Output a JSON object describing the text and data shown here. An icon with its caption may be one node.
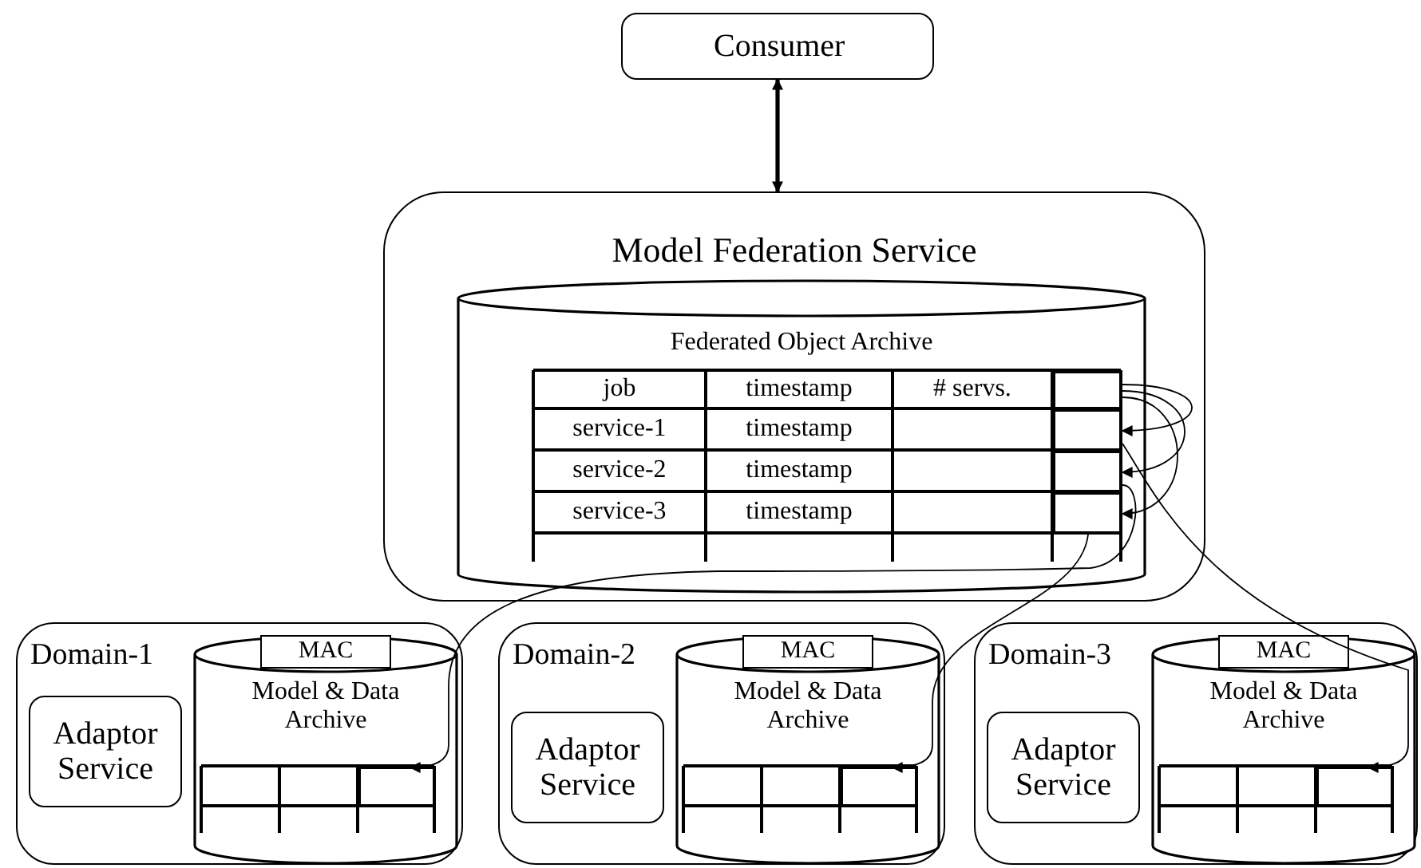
{
  "diagram": {
    "nodes": [
      {
        "text": [
          "Consumer"
        ]
      },
      {
        "text": [
          "Model Federation Service"
        ]
      },
      {
        "text": [
          "Federated Object Archive"
        ],
        "in": 1
      },
      {
        "text": [],
        "shape": "box",
        "in": 2
      },
      {
        "text": [],
        "shape": "box",
        "in": 2
      },
      {
        "text": [],
        "shape": "box",
        "in": 2
      },
      {
        "text": [],
        "shape": "box",
        "in": 2
      },
      {
        "text": [
          "Domain-1"
        ]
      },
      {
        "text": [
          "Adaptor Service"
        ],
        "in": 7
      },
      {
        "text": [
          "Model & Data Archive"
        ],
        "in": 7
      },
      {
        "text": [
          "MAC"
        ],
        "in": 9
      },
      {
        "text": [],
        "shape": "box",
        "in": 9
      },
      {
        "text": [
          "Domain-2"
        ]
      },
      {
        "text": [
          "Adaptor Service"
        ],
        "in": 12
      },
      {
        "text": [
          "Model & Data Archive"
        ],
        "in": 12
      },
      {
        "text": [
          "MAC"
        ],
        "in": 14
      },
      {
        "text": [],
        "shape": "box",
        "in": 14
      },
      {
        "text": [
          "Domain-3"
        ]
      },
      {
        "text": [
          "Adaptor Service"
        ],
        "in": 17
      },
      {
        "text": [
          "Model & Data Archive"
        ],
        "in": 17
      },
      {
        "text": [
          "MAC"
        ],
        "in": 19
      },
      {
        "text": [],
        "shape": "box",
        "in": 19
      }
    ],
    "edges": [
      {
        "from": 0,
        "to": 1,
        "arrow": "both",
        "style": "thick"
      },
      {
        "from": 3,
        "to": 4,
        "arrow": "to"
      },
      {
        "from": 3,
        "to": 5,
        "arrow": "to"
      },
      {
        "from": 3,
        "to": 6,
        "arrow": "to"
      },
      {
        "from": 4,
        "to": 21,
        "arrow": "to"
      },
      {
        "from": 5,
        "to": 11,
        "arrow": "to"
      },
      {
        "from": 6,
        "to": 16,
        "arrow": "to"
      }
    ],
    "labels": [
      "job",
      "timestamp",
      "# servs.",
      "service-1",
      "timestamp",
      "service-2",
      "timestamp",
      "service-3",
      "timestamp"
    ]
  }
}
